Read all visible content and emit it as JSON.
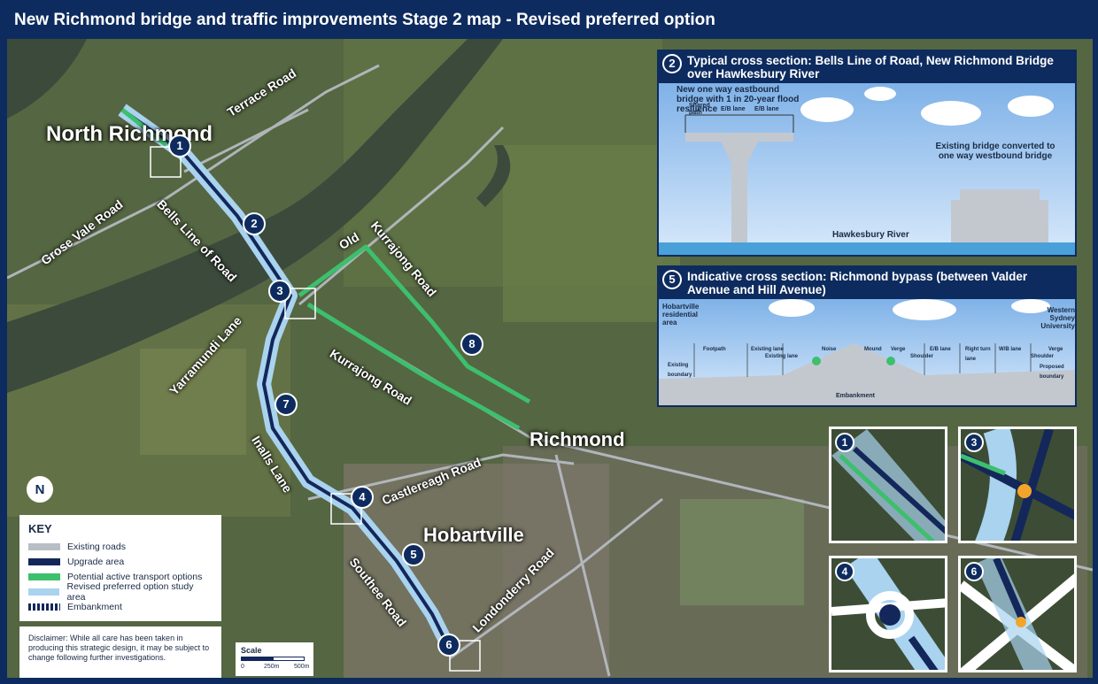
{
  "title": "New Richmond bridge and traffic improvements Stage 2 map - Revised preferred option",
  "places": {
    "north_richmond": "North Richmond",
    "richmond": "Richmond",
    "hobartville": "Hobartville"
  },
  "roads": {
    "terrace": "Terrace Road",
    "grose_vale": "Grose Vale Road",
    "bells_line": "Bells Line of Road",
    "old_kurrajong_old": "Old",
    "old_kurrajong_road": "Kurrajong Road",
    "kurrajong": "Kurrajong Road",
    "yarramundi": "Yarramundi Lane",
    "inalls": "Inalls Lane",
    "castlereagh": "Castlereagh Road",
    "southee": "Southee Road",
    "londonderry": "Londonderry Road"
  },
  "markers": [
    "1",
    "2",
    "3",
    "4",
    "5",
    "6",
    "7",
    "8"
  ],
  "cross_section_2": {
    "number": "2",
    "title": "Typical cross section: Bells Line of Road, New Richmond Bridge over Hawkesbury River",
    "label_new_bridge": "New one way eastbound bridge with 1 in 20-year flood resilience",
    "label_existing": "Existing bridge converted to one way westbound bridge",
    "river": "Hawkesbury River",
    "lane_shared": "Shared path",
    "lane_eb1": "E/B lane",
    "lane_eb2": "E/B lane"
  },
  "cross_section_5": {
    "number": "5",
    "title": "Indicative cross section: Richmond bypass (between Valder Avenue and Hill Avenue)",
    "left_area": "Hobartville residential area",
    "right_area": "Western Sydney University",
    "footpath": "Footpath",
    "existing_lane1": "Existing lane",
    "existing_lane2": "Existing lane",
    "noise": "Noise",
    "mound": "Mound",
    "verge1": "Verge",
    "shoulder1": "Shoulder",
    "eb_lane": "E/B lane",
    "right_turn": "Right turn lane",
    "wb_lane": "W/B lane",
    "shoulder2": "Shoulder",
    "verge2": "Verge",
    "existing_boundary": "Existing boundary",
    "proposed_boundary": "Proposed boundary",
    "embankment": "Embankment"
  },
  "insets": [
    "1",
    "3",
    "4",
    "6"
  ],
  "north_arrow": "N",
  "key": {
    "title": "KEY",
    "items": [
      {
        "label": "Existing roads",
        "color": "#b9bec6"
      },
      {
        "label": "Upgrade area",
        "color": "#13275a"
      },
      {
        "label": "Potential active transport options",
        "color": "#3dbf6e"
      },
      {
        "label": "Revised preferred option study area",
        "color": "#a9d3ef"
      },
      {
        "label": "Embankment",
        "color": "#13275a"
      }
    ]
  },
  "disclaimer": "Disclaimer: While all care has been taken in producing this strategic design, it may be subject to change following further investigations.",
  "scale": {
    "title": "Scale",
    "t0": "0",
    "t1": "250m",
    "t2": "500m"
  },
  "colors": {
    "navy": "#0d2b5e",
    "green": "#3dbf6e",
    "study_area": "#a9d3ef",
    "road": "#b9bec6"
  }
}
